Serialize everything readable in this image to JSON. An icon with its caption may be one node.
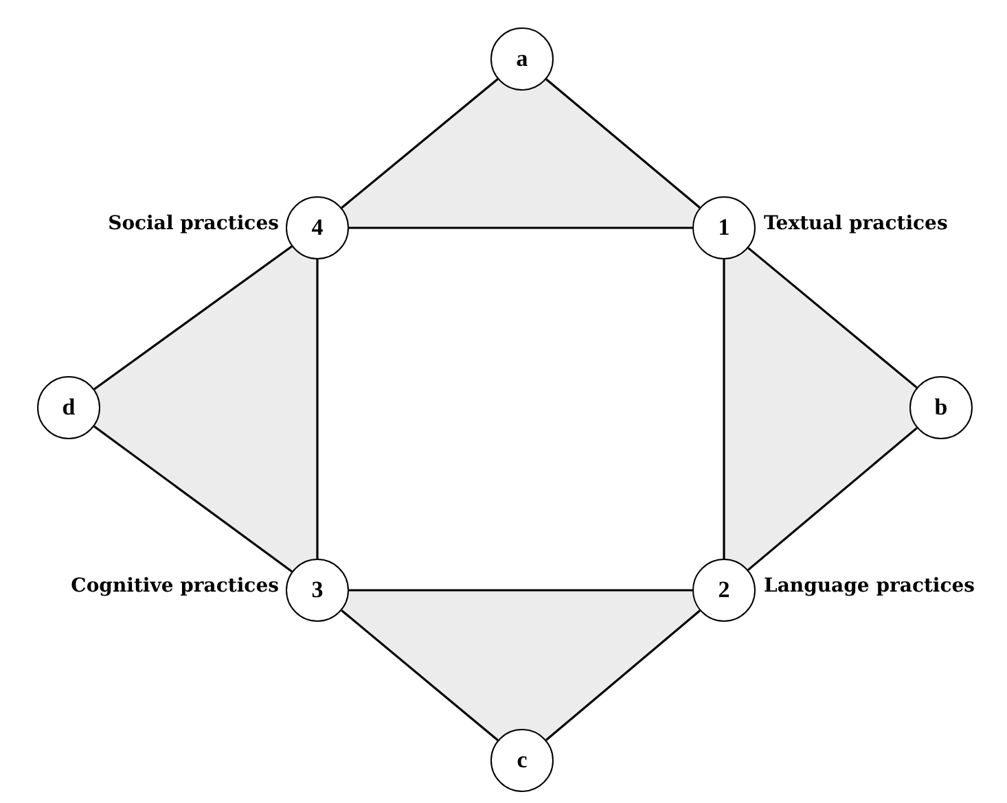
{
  "diagram": {
    "nodes": [
      {
        "text": [
          "a"
        ]
      },
      {
        "text": [
          "4"
        ],
        "beside": [
          "Social practices"
        ]
      },
      {
        "text": [
          "1"
        ],
        "beside": [
          "Textual practices"
        ]
      },
      {
        "text": [
          "d"
        ]
      },
      {
        "text": [
          "b"
        ]
      },
      {
        "text": [
          "3"
        ],
        "beside": [
          "Cognitive practices"
        ]
      },
      {
        "text": [
          "2"
        ],
        "beside": [
          "Language practices"
        ]
      },
      {
        "text": [
          "c"
        ]
      }
    ],
    "edges": [
      {
        "from": 0,
        "to": 1,
        "arrow": "none"
      },
      {
        "from": 0,
        "to": 2,
        "arrow": "none"
      },
      {
        "from": 1,
        "to": 2,
        "arrow": "none"
      },
      {
        "from": 2,
        "to": 4,
        "arrow": "none"
      },
      {
        "from": 4,
        "to": 6,
        "arrow": "none"
      },
      {
        "from": 2,
        "to": 6,
        "arrow": "none"
      },
      {
        "from": 1,
        "to": 3,
        "arrow": "none"
      },
      {
        "from": 3,
        "to": 5,
        "arrow": "none"
      },
      {
        "from": 1,
        "to": 5,
        "arrow": "none"
      },
      {
        "from": 5,
        "to": 6,
        "arrow": "none"
      },
      {
        "from": 5,
        "to": 7,
        "arrow": "none"
      },
      {
        "from": 7,
        "to": 6,
        "arrow": "none"
      }
    ]
  }
}
